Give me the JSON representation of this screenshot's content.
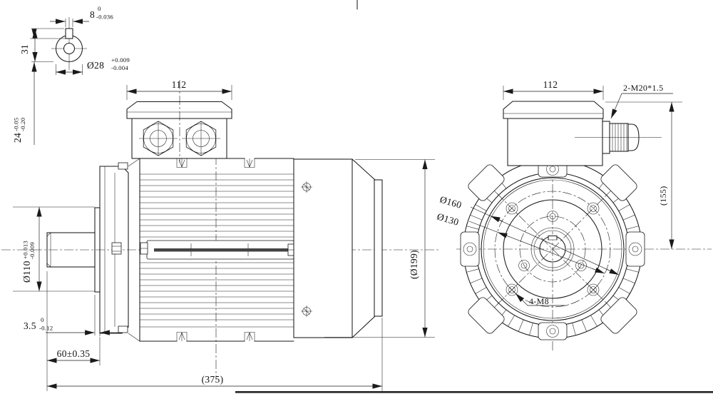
{
  "shaft_section": {
    "key_width": "8",
    "key_width_tol_up": "0",
    "key_width_tol_low": "-0.036",
    "section_height": "31",
    "shaft_dia": "Ø28",
    "shaft_dia_tol_up": "+0.009",
    "shaft_dia_tol_low": "-0.004",
    "key_depth": "24",
    "key_depth_tol_up": "-0.05",
    "key_depth_tol_low": "-0.20"
  },
  "side_view": {
    "box_width": "112",
    "spigot_dia": "Ø110",
    "spigot_dia_tol_up": "+0.013",
    "spigot_dia_tol_low": "-0.009",
    "flange_thickness": "3.5",
    "flange_thickness_tol_up": "0",
    "flange_thickness_tol_low": "-0.12",
    "shaft_length": "60±0.35",
    "overall_length": "(375)",
    "frame_dia": "(Ø199)"
  },
  "end_view": {
    "box_width": "112",
    "gland_spec": "2-M20*1.5",
    "box_height": "(155)",
    "flange_dia": "Ø160",
    "bolt_circle_dia": "Ø130",
    "mount_holes": "4-M8"
  }
}
